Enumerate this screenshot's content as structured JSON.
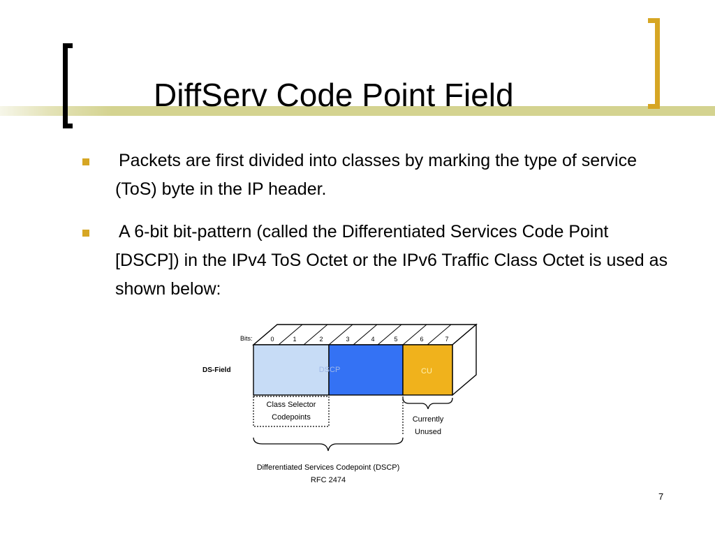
{
  "slide": {
    "title": "DiffServ Code Point Field",
    "page_number": "7"
  },
  "bullets": [
    {
      "text": "Packets are first divided into classes by marking the type of service (ToS) byte in the IP header."
    },
    {
      "text": "A 6-bit bit-pattern (called the Differentiated Services Code Point [DSCP]) in the IPv4 ToS Octet or the IPv6 Traffic Class Octet is used as shown below:"
    }
  ],
  "diagram": {
    "bits_label": "Bits:",
    "bit_numbers": [
      "0",
      "1",
      "2",
      "3",
      "4",
      "5",
      "6",
      "7"
    ],
    "field_label": "DS-Field",
    "dscp_label": "DSCP",
    "cu_label": "CU",
    "class_selector": [
      "Class Selector",
      "Codepoints"
    ],
    "currently_unused": [
      "Currently",
      "Unused"
    ],
    "dscp_caption": "Differentiated Services Codepoint (DSCP)",
    "rfc_label": "RFC 2474",
    "colors": {
      "class_selector_fill": "#c7dcf6",
      "dscp_fill": "#3472f4",
      "cu_fill": "#f0b21c",
      "dscp_text": "#9fb8e8",
      "cu_text": "#fff1b0",
      "accent": "#d6a624"
    }
  }
}
